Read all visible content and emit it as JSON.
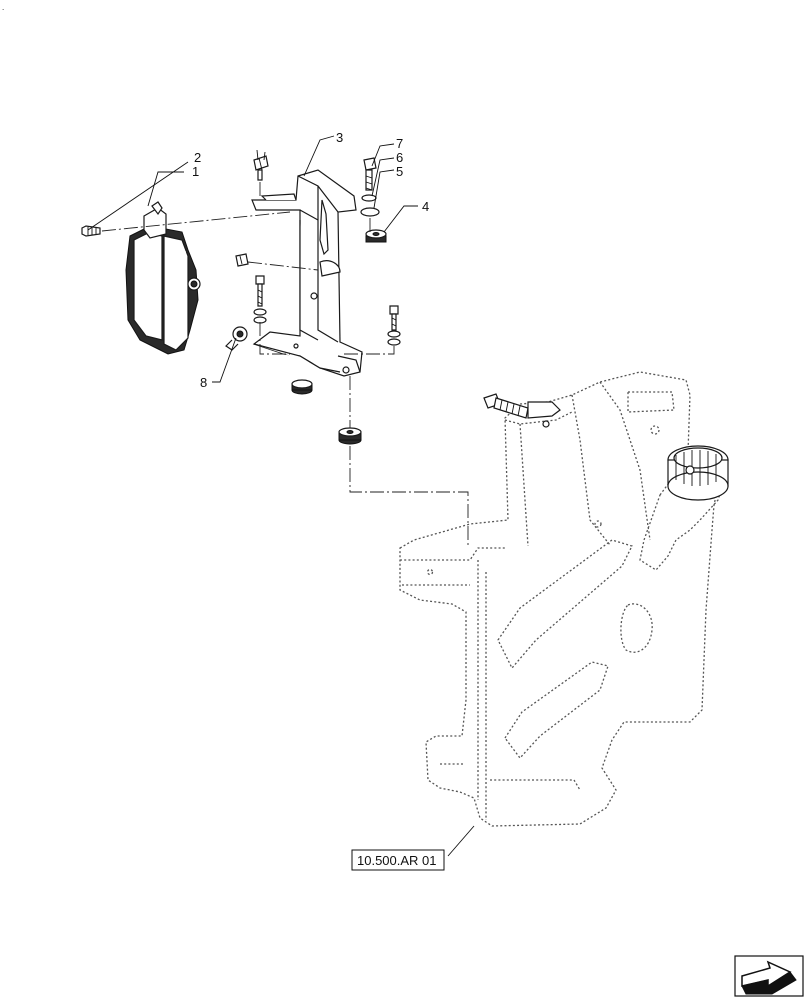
{
  "callouts": {
    "c1": "1",
    "c2": "2",
    "c3": "3",
    "c4": "4",
    "c5": "5",
    "c6": "6",
    "c7": "7",
    "c8": "8"
  },
  "reference_label": "10.500.AR 01",
  "icons": {
    "nav": "next-page-arrow-icon"
  }
}
